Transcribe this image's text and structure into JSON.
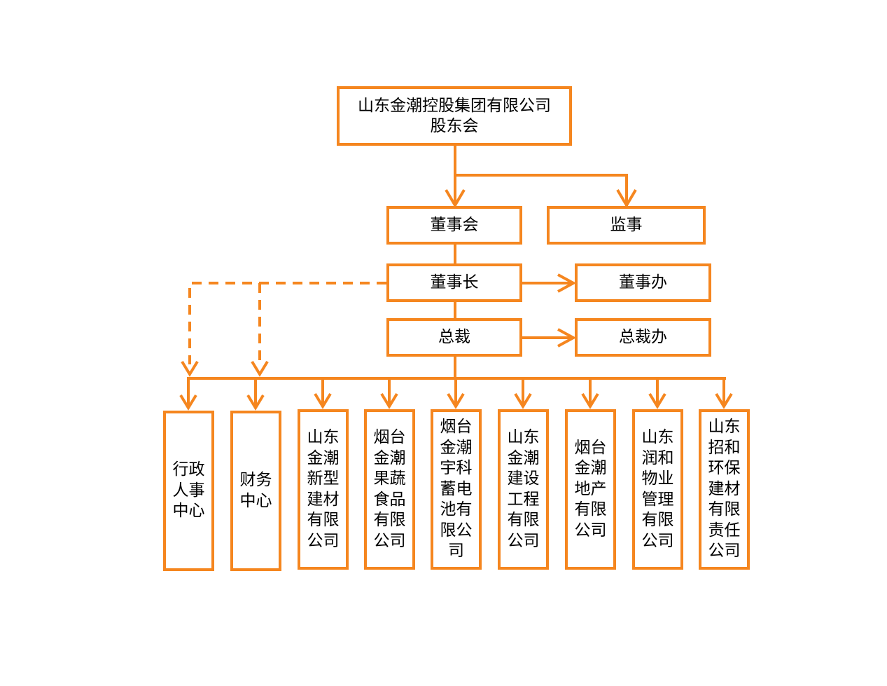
{
  "colors": {
    "accent": "#F5861F",
    "text": "#000000",
    "background": "#FFFFFF"
  },
  "nodes": {
    "shareholders": {
      "line1": "山东金潮控股集团有限公司",
      "line2": "股东会"
    },
    "board": "董事会",
    "supervisor": "监事",
    "chairman": "董事长",
    "chairman_office": "董事办",
    "president": "总裁",
    "president_office": "总裁办"
  },
  "departments": [
    {
      "label": "行政人事中心"
    },
    {
      "label": "财务中心"
    },
    {
      "label": "山东金潮新型建材有限公司"
    },
    {
      "label": "烟台金潮果蔬食品有限公司"
    },
    {
      "label": "烟台金潮宇科蓄电池有限公司"
    },
    {
      "label": "山东金潮建设工程有限公司"
    },
    {
      "label": "烟台金潮地产有限公司"
    },
    {
      "label": "山东润和物业管理有限公司"
    },
    {
      "label": "山东招和环保建材有限责任公司"
    }
  ]
}
